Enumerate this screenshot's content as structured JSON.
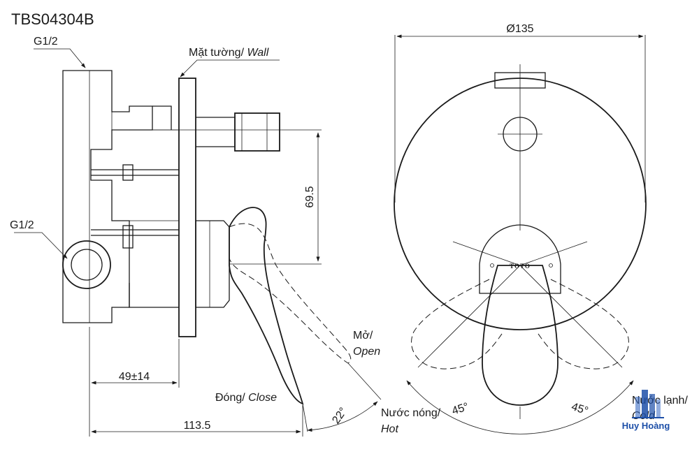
{
  "model_code": "TBS04304B",
  "labels": {
    "g12_top": "G1/2",
    "g12_side": "G1/2",
    "wall": "Mặt tường/ ",
    "wall_en": "Wall",
    "open": "Mở/",
    "open_en": "Open",
    "close": "Đóng/ ",
    "close_en": "Close",
    "hot": "Nước nóng/",
    "hot_en": "Hot",
    "cold": "Nước lạnh/",
    "cold_en": "Cold",
    "plate_brand": "TOTO"
  },
  "dimensions": {
    "diameter": "Ø135",
    "vertical": "69.5",
    "depth": "49±14",
    "overall": "113.5",
    "handle_angle": "22°",
    "angle_left": "45°",
    "angle_right": "45°"
  },
  "watermark": {
    "text": "Huy Hoàng",
    "color": "#1d4fa8"
  }
}
